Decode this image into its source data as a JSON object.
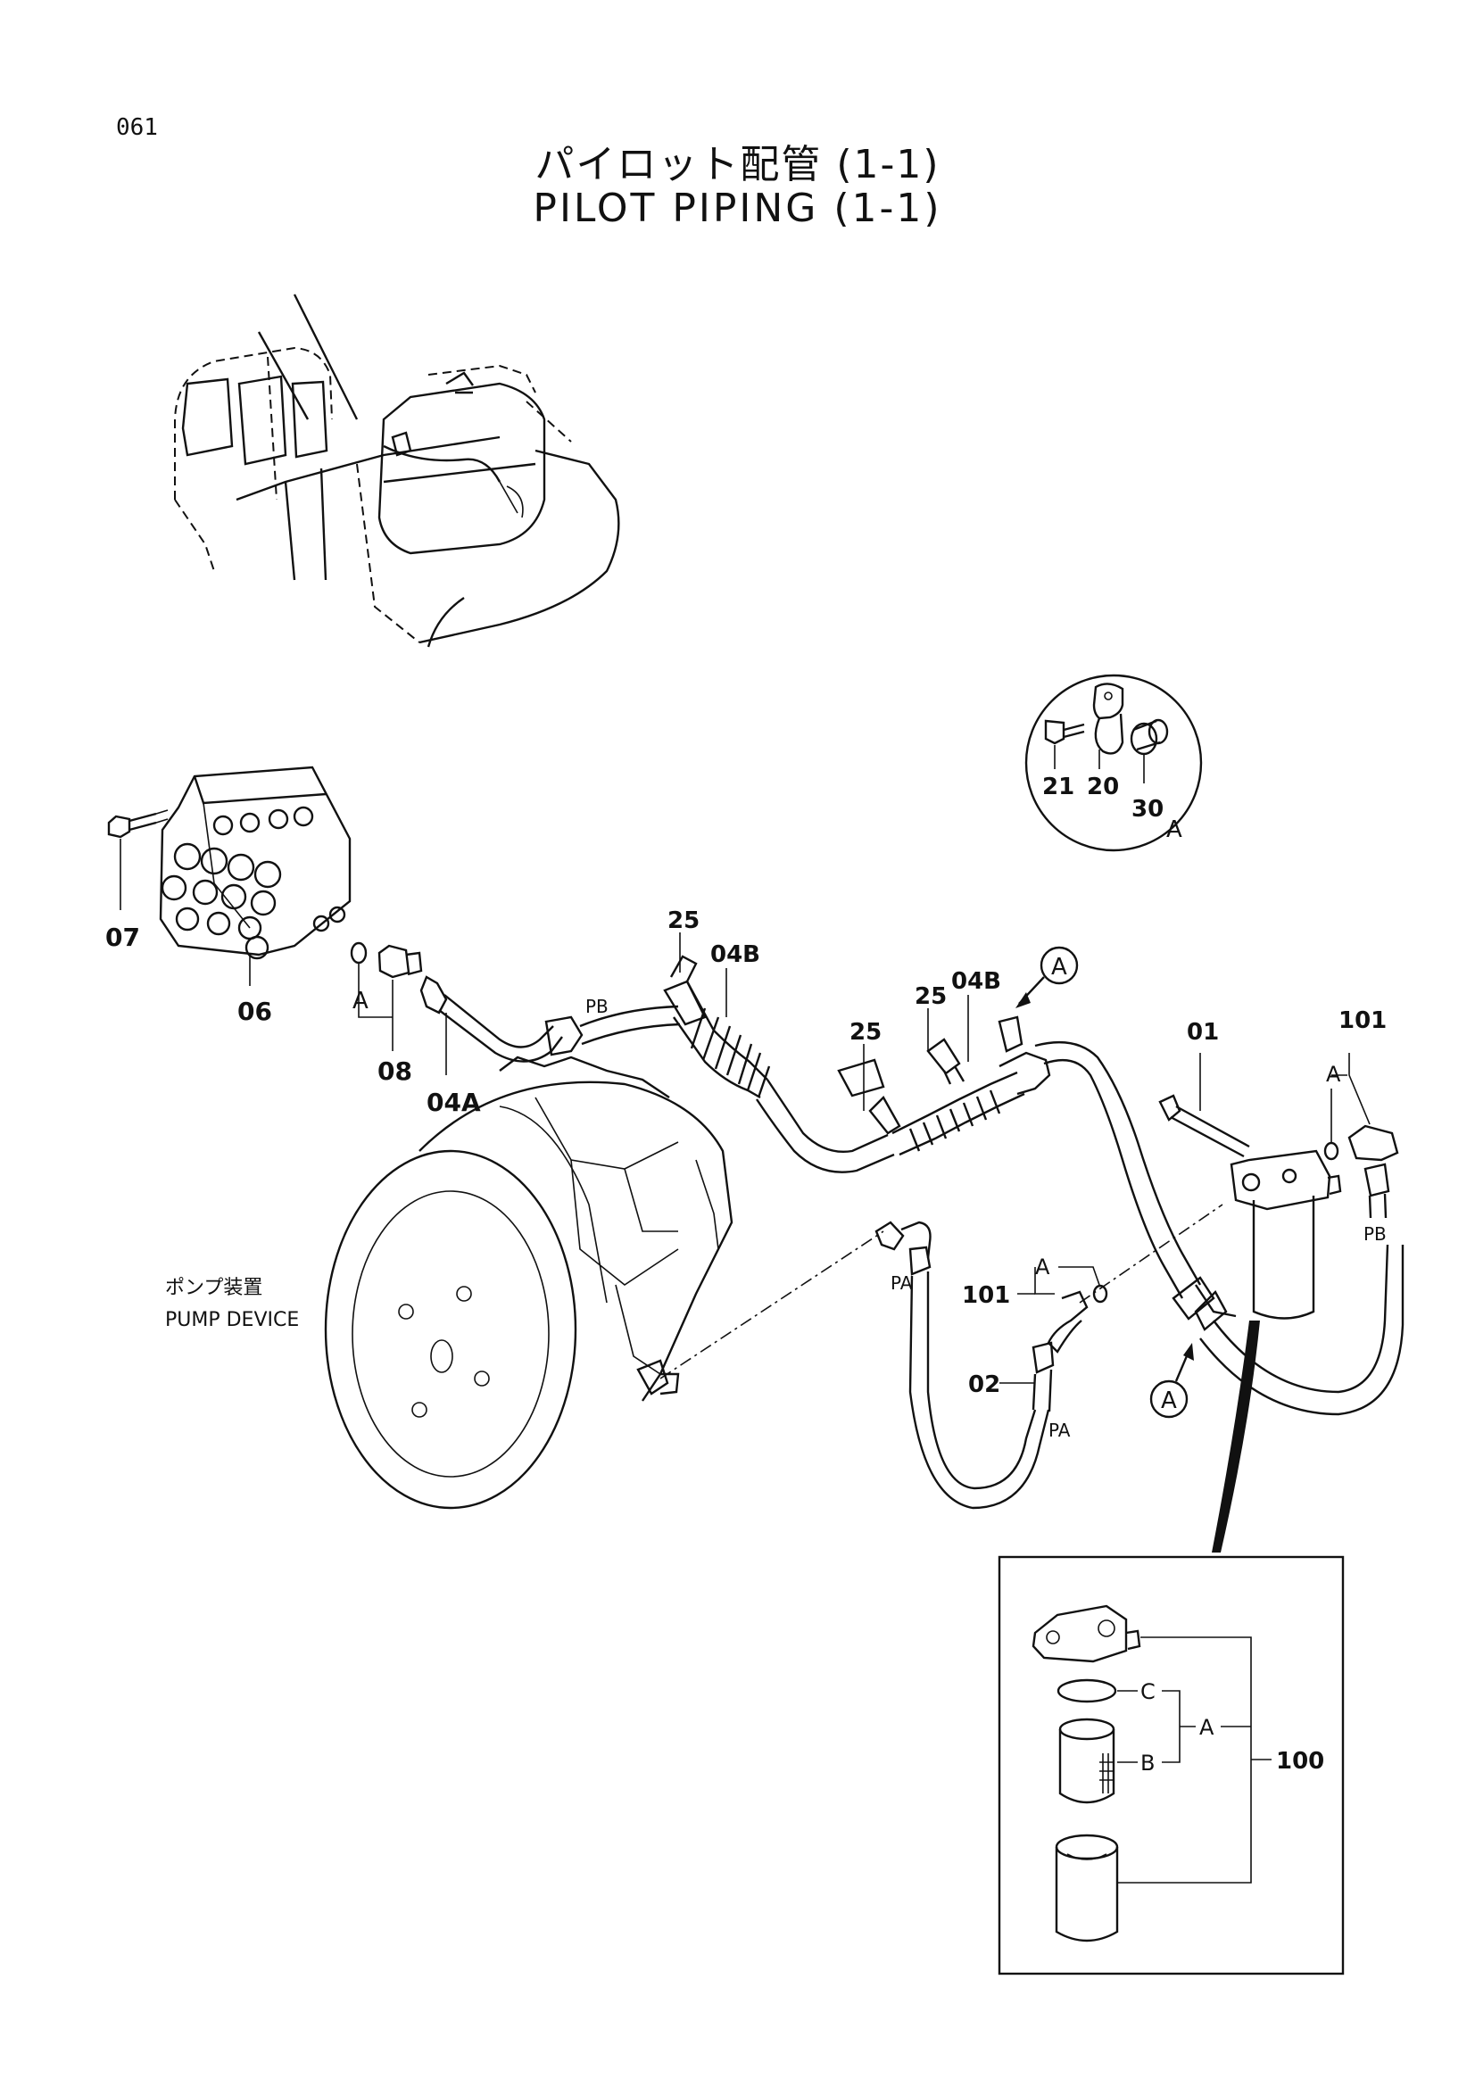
{
  "page": {
    "number": "061"
  },
  "title": {
    "jp": "パイロット配管 (1-1)",
    "en": "PILOT PIPING (1-1)"
  },
  "callouts": {
    "p07": "07",
    "p06": "06",
    "p08": "08",
    "p08_a": "A",
    "p04a": "04A",
    "p25_top": "25",
    "p04b_top": "04B",
    "p25_mid": "25",
    "p04b_mid": "04B",
    "p25_low": "25",
    "circle_a_top": "A",
    "p01": "01",
    "p101_right": "101",
    "p101_right_a": "A",
    "pb_hose": "PB",
    "pb_right": "PB",
    "pa_mid": "PA",
    "p101_mid": "101",
    "p101_mid_a": "A",
    "p02": "02",
    "pa_low": "PA",
    "circle_a_low": "A"
  },
  "pump_device": {
    "jp": "ポンプ装置",
    "en": "PUMP DEVICE"
  },
  "detail_a": {
    "p21": "21",
    "p20": "20",
    "p30": "30",
    "label": "A"
  },
  "detail_filter": {
    "c": "C",
    "b": "B",
    "a": "A",
    "p100": "100"
  }
}
